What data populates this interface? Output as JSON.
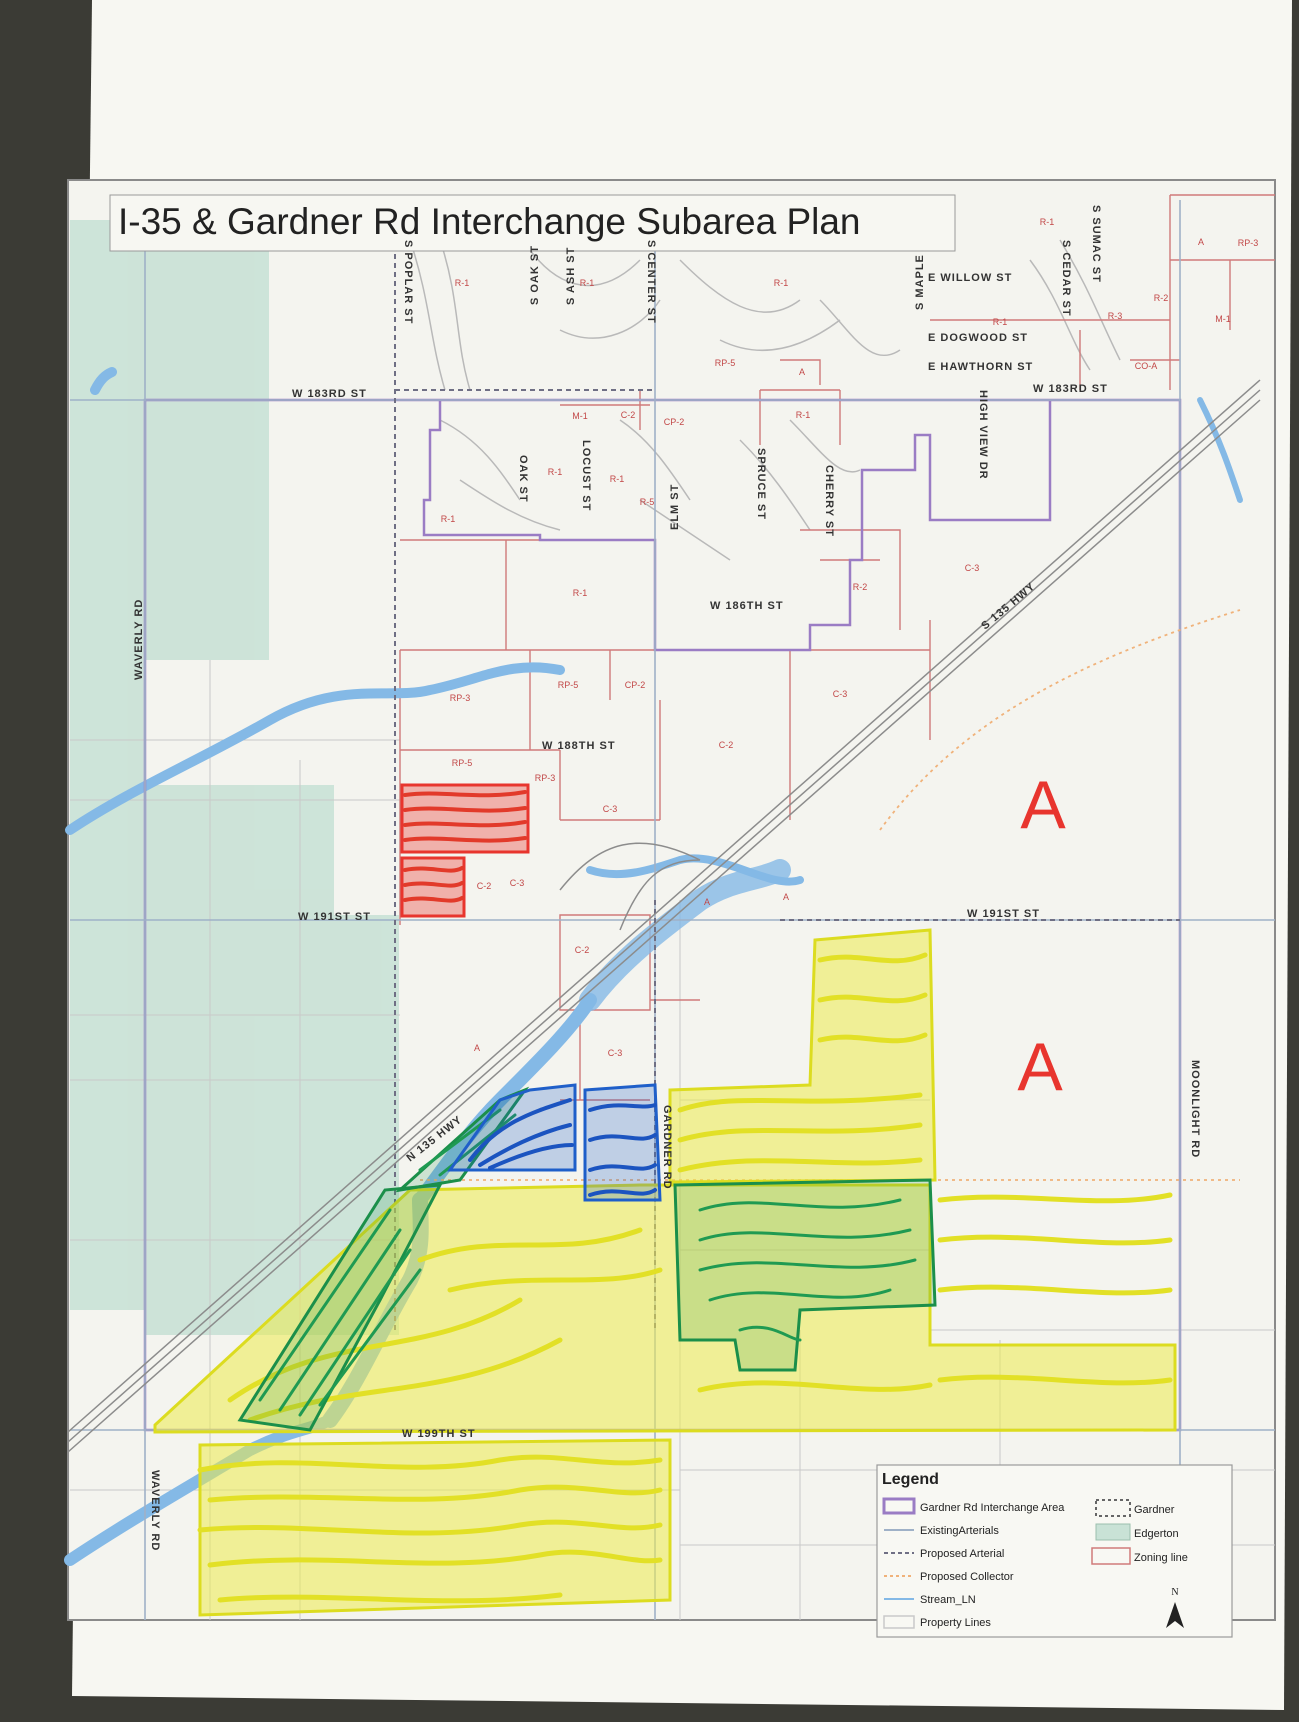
{
  "title": "I-35 & Gardner Rd Interchange Subarea Plan",
  "streets": {
    "poplar": "S POPLAR ST",
    "s_oak": "S OAK ST",
    "s_ash": "S ASH ST",
    "s_center": "S CENTER ST",
    "s_maple": "S MAPLE",
    "s_cedar": "S CEDAR ST",
    "s_sumac": "S SUMAC ST",
    "willow": "E WILLOW ST",
    "dogwood": "E DOGWOOD ST",
    "hawthorn": "E HAWTHORN ST",
    "w183_left": "W 183RD ST",
    "w183_right": "W 183RD ST",
    "oak": "OAK ST",
    "locust": "LOCUST ST",
    "elm": "ELM ST",
    "spruce": "SPRUCE ST",
    "cherry": "CHERRY ST",
    "highview": "HIGH VIEW DR",
    "w186": "W 186TH ST",
    "s135": "S 135 HWY",
    "n135": "N 135 HWY",
    "w188": "W 188TH ST",
    "w191_left": "W 191ST ST",
    "w191_right": "W 191ST ST",
    "waverly_top": "WAVERLY RD",
    "waverly_bottom": "WAVERLY RD",
    "gardner_rd": "GARDNER RD",
    "moonlight": "MOONLIGHT RD",
    "w199": "W 199TH ST"
  },
  "zones": {
    "r1_a": "R-1",
    "r1_b": "R-1",
    "r1_c": "R-1",
    "r1_d": "R-1",
    "r1_e": "R-1",
    "r1_f": "R-1",
    "r1_g": "R-1",
    "r1_h": "R-1",
    "r1_i": "R-1",
    "r1_j": "R-1",
    "r2_a": "R-2",
    "r2_b": "R-2",
    "r3": "R-3",
    "m1_a": "M-1",
    "m1_b": "M-1",
    "coa": "CO-A",
    "rp5_a": "RP-5",
    "a_top1": "A",
    "a_top2": "A",
    "rp3_top": "RP-3",
    "c2_top": "C-2",
    "cp2_top": "CP-2",
    "r5": "R-5",
    "c3_ne": "C-3",
    "rp3_mid": "RP-3",
    "rp5_mid": "RP-5",
    "cp2_mid": "CP-2",
    "c3_mid": "C-3",
    "rp5_low": "RP-5",
    "rp3_low": "RP-3",
    "c2_mid": "C-2",
    "c3_c": "C-3",
    "c2_sm": "C-2",
    "c3_sm": "C-3",
    "a_hwy1": "A",
    "a_hwy2": "A",
    "c2_s": "C-2",
    "a_sw": "A",
    "c3_s": "C-3"
  },
  "marker_a1": "A",
  "marker_a2": "A",
  "legend": {
    "heading": "Legend",
    "items": [
      "Gardner Rd Interchange Area",
      "ExistingArterials",
      "Proposed Arterial",
      "Proposed Collector",
      "Stream_LN",
      "Property Lines"
    ],
    "right_items": [
      "Gardner",
      "Edgerton",
      "Zoning line"
    ],
    "north": "N"
  },
  "colors": {
    "board_bg": "#3a3a34",
    "paper": "#f6f6f1",
    "edgerton_green": "#c9e2d6",
    "study_area": "#9a7cc4",
    "zoning_line": "#d07a7a",
    "stream": "#7fb7e4",
    "marker_red": "#e8352e",
    "marker_yellow": "#e6e32a",
    "marker_green": "#1b8f4a",
    "marker_blue": "#1f5fc9"
  }
}
